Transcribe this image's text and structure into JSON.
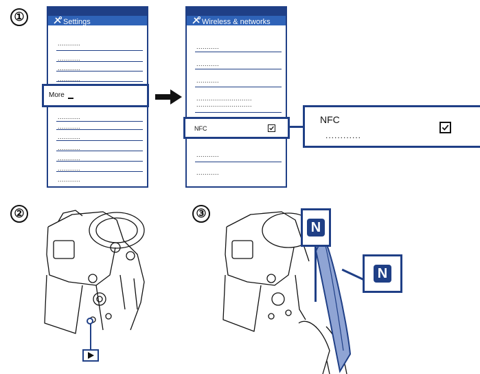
{
  "steps": {
    "step1": "①",
    "step2": "②",
    "step3": "③"
  },
  "screen_settings": {
    "title": "Settings",
    "more_label": "More",
    "placeholder_short": "...........",
    "icon": "tools-icon"
  },
  "screen_wireless": {
    "title": "Wireless & networks",
    "placeholder_short": "...........",
    "placeholder_long": "...........................",
    "nfc_label": "NFC",
    "nfc_checked": true,
    "icon": "tools-icon"
  },
  "callout": {
    "nfc_label": "NFC",
    "placeholder": "............",
    "nfc_checked": true
  },
  "camera": {
    "play_button_icon": "play-triangle-icon"
  },
  "nfc_mark": {
    "glyph": "N"
  },
  "colors": {
    "accent": "#1f3f86",
    "header_light": "#2f63b8",
    "phone_fill": "#8fa4d4"
  }
}
